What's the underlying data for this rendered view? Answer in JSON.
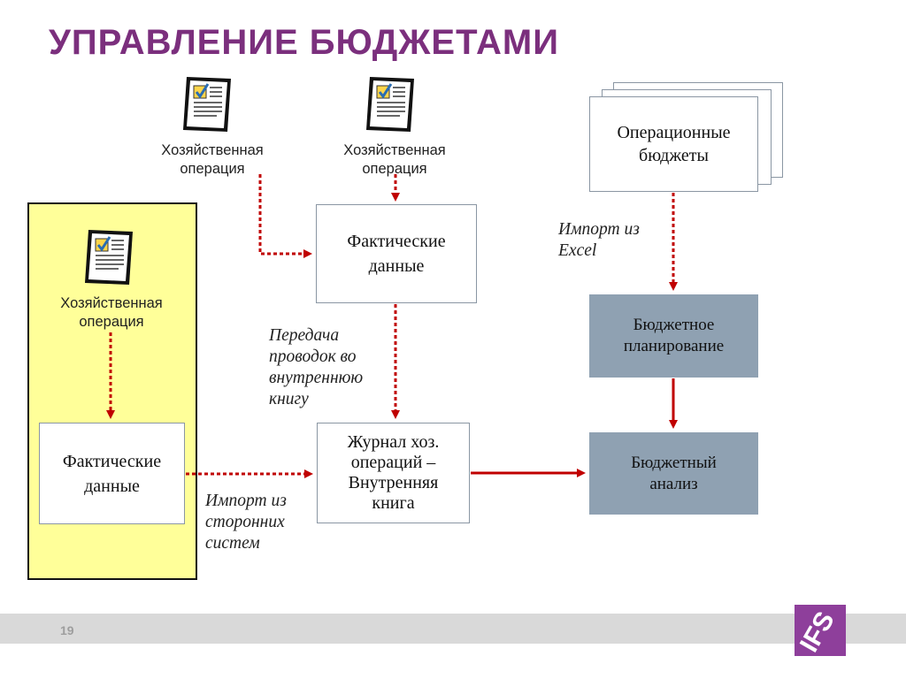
{
  "title": "УПРАВЛЕНИЕ БЮДЖЕТАМИ",
  "operation_label": "Хозяйственная\nоперация",
  "box_actual_data_top": "Фактические\nданные",
  "box_actual_data_left": "Фактические\nданные",
  "box_journal": "Журнал хоз.\nопераций –\nВнутренняя\nкнига",
  "box_operational_budgets": "Операционные\nбюджеты",
  "box_budget_planning": "Бюджетное\nпланирование",
  "box_budget_analysis": "Бюджетный\nанализ",
  "note_transfer": "Передача\nпроводок во\nвнутреннюю\nкнигу",
  "note_import_external": "Импорт из\nсторонних\nсистем",
  "note_import_excel": "Импорт из\nExcel",
  "page_number": "19",
  "logo_text": "IFS",
  "colors": {
    "title": "#7b2f7d",
    "yellow_panel": "#ffff99",
    "dark_box": "#8fa1b2",
    "arrow_red": "#c00000",
    "logo": "#8e3f9b"
  }
}
